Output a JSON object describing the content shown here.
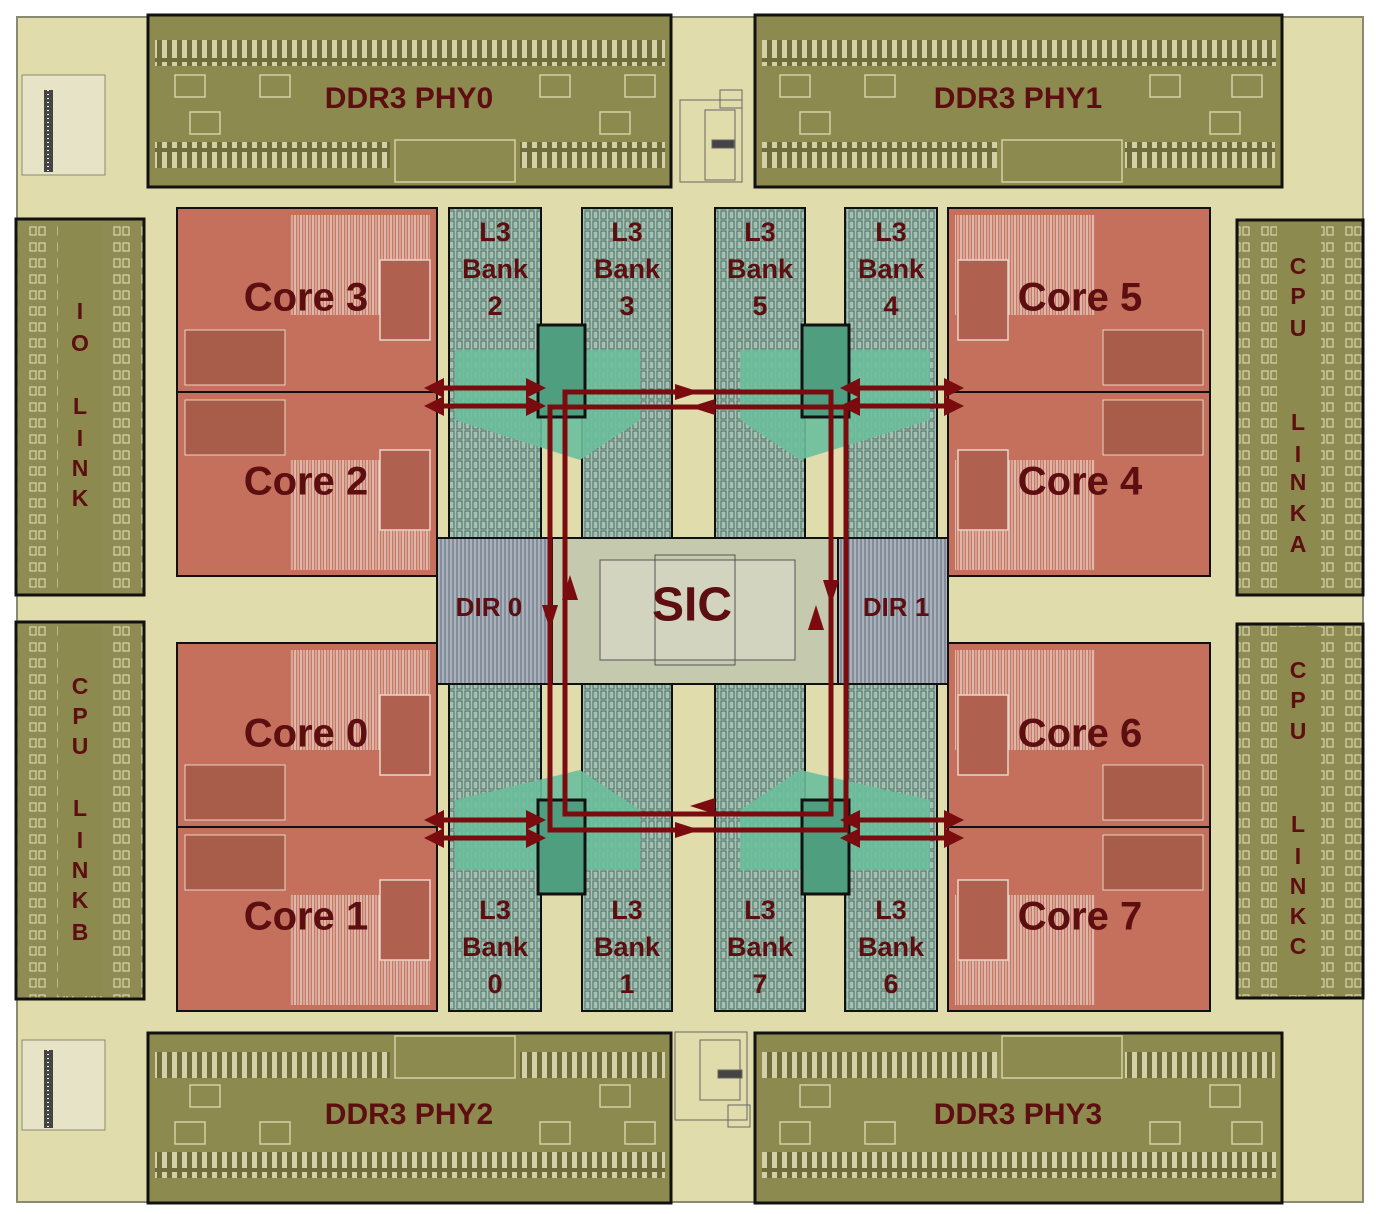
{
  "colors": {
    "die_bg": "#e1dcab",
    "phy_fill": "#8c8a4e",
    "core_fill": "#c4705c",
    "core_dark": "#a85c4a",
    "l3_fill": "#9dbcad",
    "l3_green": "#6bbf9c",
    "dir_fill": "#a6adb7",
    "sic_fill": "#c5c9ad",
    "ring": "#7a0c10",
    "label": "#5c0e10"
  },
  "phys": [
    {
      "id": "phy0",
      "label": "DDR3 PHY0"
    },
    {
      "id": "phy1",
      "label": "DDR3 PHY1"
    },
    {
      "id": "phy2",
      "label": "DDR3 PHY2"
    },
    {
      "id": "phy3",
      "label": "DDR3 PHY3"
    }
  ],
  "cores": [
    {
      "id": "core3",
      "label": "Core 3"
    },
    {
      "id": "core2",
      "label": "Core 2"
    },
    {
      "id": "core0",
      "label": "Core 0"
    },
    {
      "id": "core1",
      "label": "Core 1"
    },
    {
      "id": "core5",
      "label": "Core 5"
    },
    {
      "id": "core4",
      "label": "Core 4"
    },
    {
      "id": "core6",
      "label": "Core 6"
    },
    {
      "id": "core7",
      "label": "Core 7"
    }
  ],
  "l3_banks": [
    {
      "id": "b2",
      "line1": "L3",
      "line2": "Bank",
      "line3": "2"
    },
    {
      "id": "b3",
      "line1": "L3",
      "line2": "Bank",
      "line3": "3"
    },
    {
      "id": "b5",
      "line1": "L3",
      "line2": "Bank",
      "line3": "5"
    },
    {
      "id": "b4",
      "line1": "L3",
      "line2": "Bank",
      "line3": "4"
    },
    {
      "id": "b0",
      "line1": "L3",
      "line2": "Bank",
      "line3": "0"
    },
    {
      "id": "b1",
      "line1": "L3",
      "line2": "Bank",
      "line3": "1"
    },
    {
      "id": "b7",
      "line1": "L3",
      "line2": "Bank",
      "line3": "7"
    },
    {
      "id": "b6",
      "line1": "L3",
      "line2": "Bank",
      "line3": "6"
    }
  ],
  "dirs": {
    "dir0": "DIR 0",
    "dir1": "DIR 1"
  },
  "sic": "SIC",
  "links": [
    {
      "id": "io-link",
      "letters": [
        "I",
        "O",
        "L",
        "I",
        "N",
        "K"
      ]
    },
    {
      "id": "cpu-link-a",
      "letters": [
        "C",
        "P",
        "U",
        "L",
        "I",
        "N",
        "K",
        "A"
      ]
    },
    {
      "id": "cpu-link-b",
      "letters": [
        "C",
        "P",
        "U",
        "L",
        "I",
        "N",
        "K",
        "B"
      ]
    },
    {
      "id": "cpu-link-c",
      "letters": [
        "C",
        "P",
        "U",
        "L",
        "I",
        "N",
        "K",
        "C"
      ]
    }
  ]
}
